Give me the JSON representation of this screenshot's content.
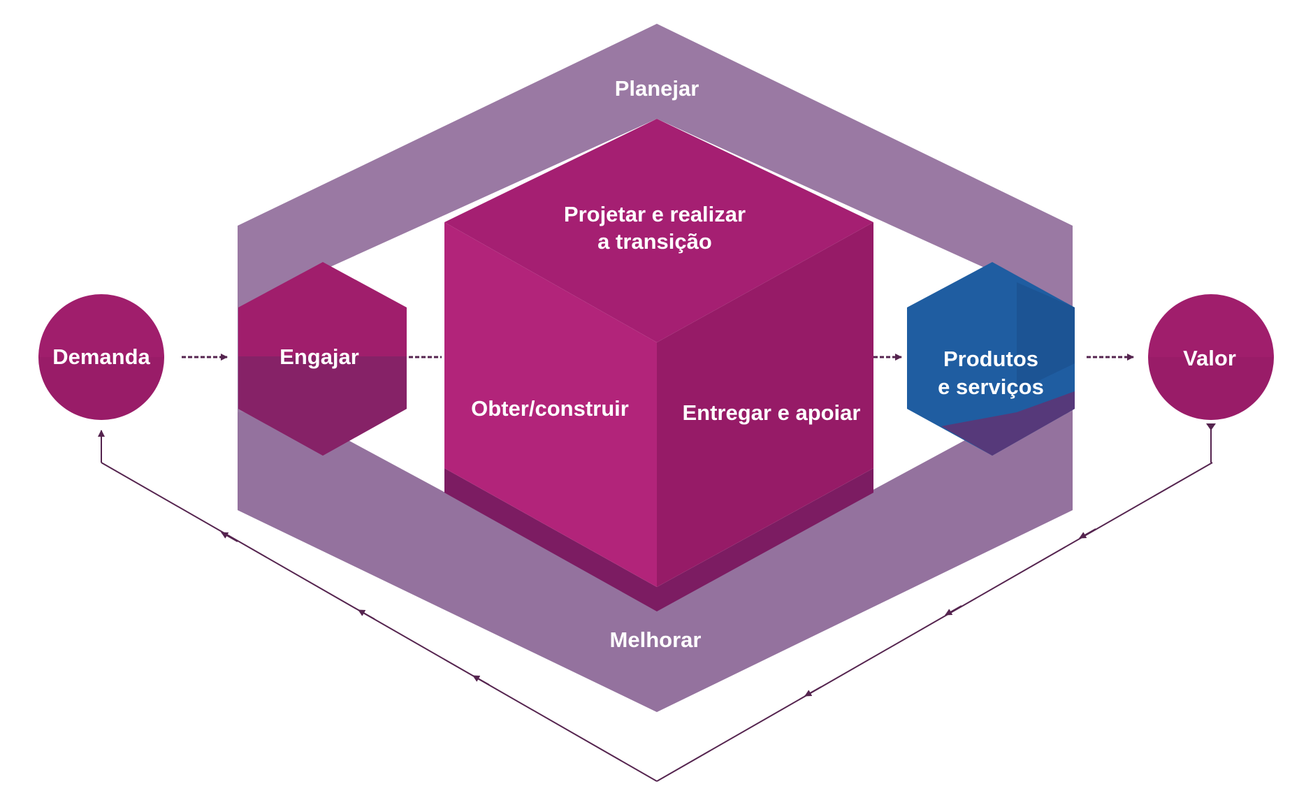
{
  "labels": {
    "demand": "Demanda",
    "engage": "Engajar",
    "plan": "Planejar",
    "design_line1": "Projetar e realizar",
    "design_line2": "a transição",
    "obtain": "Obter/construir",
    "deliver": "Entregar e apoiar",
    "improve": "Melhorar",
    "products_line1": "Produtos",
    "products_line2": "e serviços",
    "value": "Valor"
  },
  "colors": {
    "frame": "#9a79a3",
    "frame_dark": "#8a6895",
    "circle": "#a01e6c",
    "cube_top": "#a51f72",
    "cube_left": "#b2247a",
    "cube_right": "#961b67",
    "cube_base": "#7c1c62",
    "hex_blue": "#1f5da1",
    "hex_blue_dark": "#1a4e8c",
    "hex_under": "#56397a",
    "arrow": "#55244f",
    "text": "#ffffff"
  }
}
